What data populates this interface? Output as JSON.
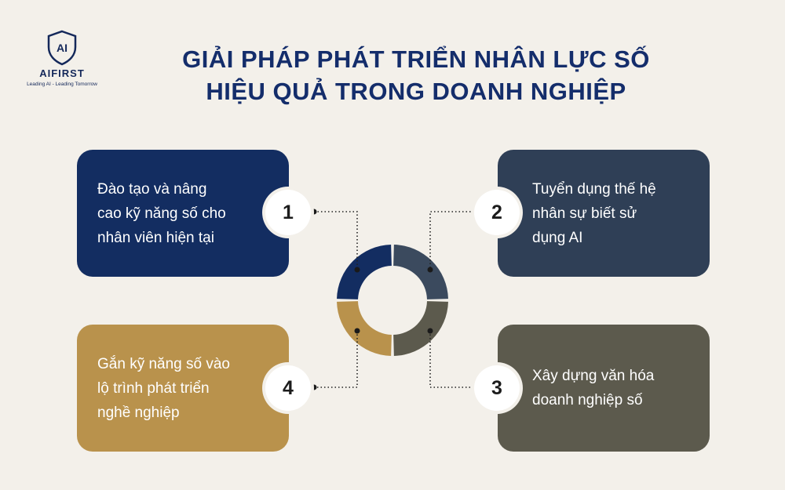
{
  "brand": {
    "name": "AIFIRST",
    "mark": "AI",
    "tagline": "Leading AI - Leading Tomorrow"
  },
  "title": {
    "line1": "GIẢI PHÁP PHÁT TRIỂN NHÂN LỰC SỐ",
    "line2": "HIỆU QUẢ TRONG DOANH NGHIỆP"
  },
  "steps": [
    {
      "number": "1",
      "color": "#132d61",
      "lines": [
        "Đào tạo và nâng",
        "cao kỹ năng số cho",
        "nhân viên hiện tại"
      ]
    },
    {
      "number": "2",
      "color": "#2f3f56",
      "lines": [
        "Tuyển dụng thế hệ",
        "nhân sự biết sử",
        "dụng AI"
      ]
    },
    {
      "number": "3",
      "color": "#5c5a4d",
      "lines": [
        "Xây dựng văn hóa",
        "doanh nghiệp số"
      ]
    },
    {
      "number": "4",
      "color": "#b9924c",
      "lines": [
        "Gắn kỹ năng số vào",
        "lộ trình phát triển",
        "nghề nghiệp"
      ]
    }
  ],
  "ring": {
    "segment_colors": [
      "#132d61",
      "#3b4a5e",
      "#5c5a4d",
      "#b9924c"
    ]
  }
}
